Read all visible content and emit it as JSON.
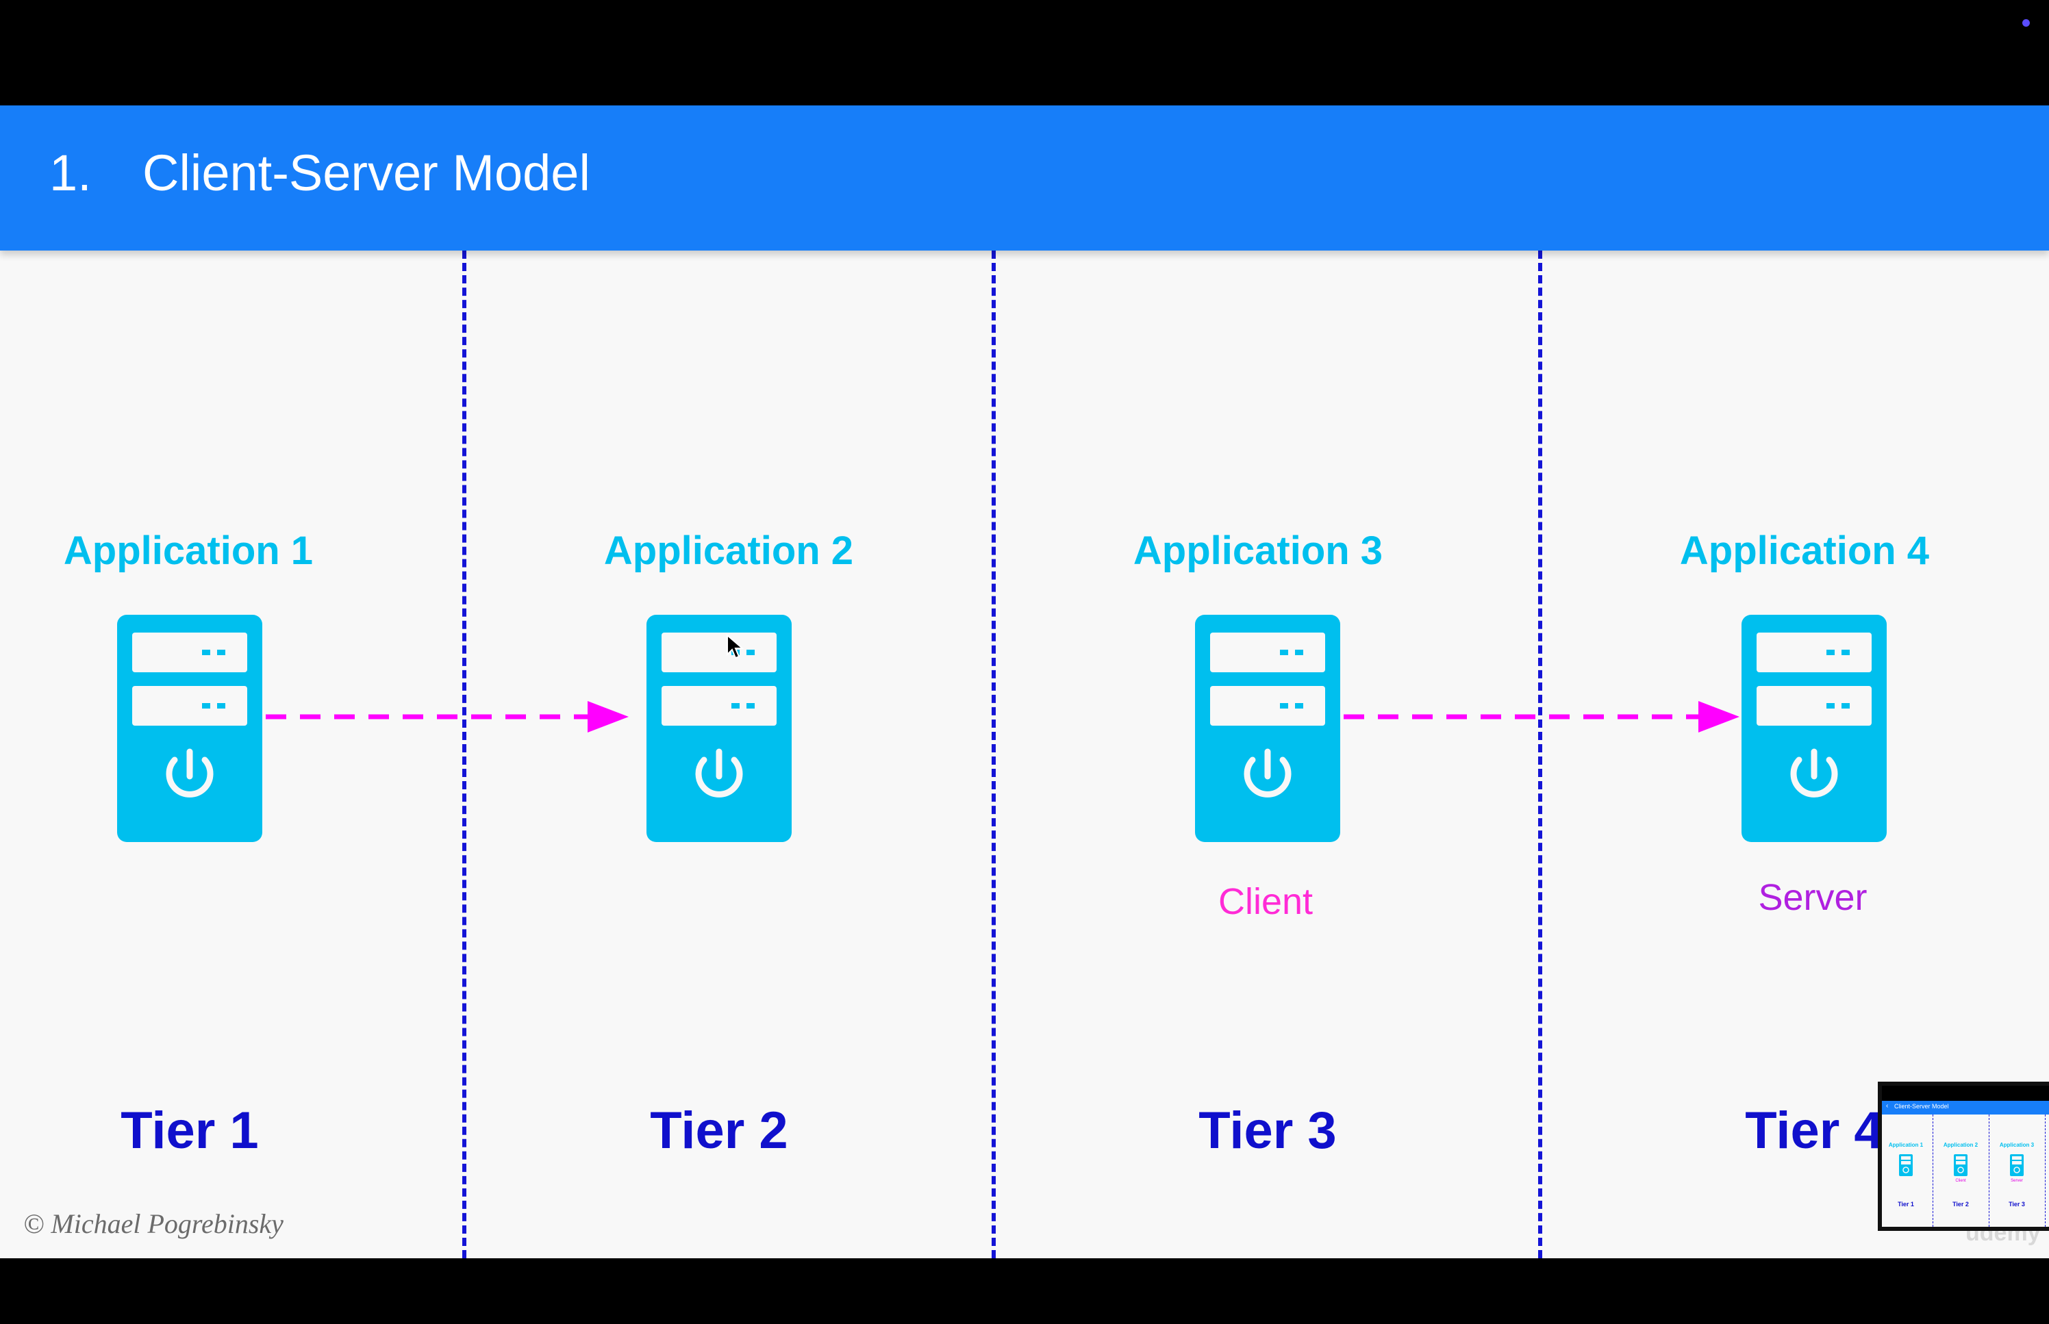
{
  "header": {
    "number": "1.",
    "title": "Client-Server Model"
  },
  "applications": [
    {
      "label": "Application 1",
      "tier": "Tier 1",
      "role": ""
    },
    {
      "label": "Application 2",
      "tier": "Tier 2",
      "role": ""
    },
    {
      "label": "Application 3",
      "tier": "Tier 3",
      "role": "Client"
    },
    {
      "label": "Application 4",
      "tier": "Tier 4",
      "role": "Server"
    }
  ],
  "arrows": [
    {
      "from": "Application 1",
      "to": "Application 2"
    },
    {
      "from": "Application 3",
      "to": "Application 4"
    }
  ],
  "copyright": "© Michael Pogrebinsky",
  "watermark": "udemy",
  "thumbnail": {
    "title": "Client-Server Model",
    "apps": [
      "Application 1",
      "Application 2",
      "Application 3"
    ],
    "roles": [
      "Client",
      "Server"
    ],
    "tiers": [
      "Tier 1",
      "Tier 2",
      "Tier 3"
    ]
  },
  "colors": {
    "header_bg": "#177ef9",
    "slide_bg": "#f8f8f8",
    "server_icon": "#00bfee",
    "app_label": "#00bfee",
    "tier_label": "#1010cc",
    "divider": "#1414d6",
    "arrow": "#ff00ff",
    "client_label": "#ff2bd6",
    "server_label": "#b020e0"
  },
  "icons": {
    "server": "server-tower-icon",
    "power": "power-icon",
    "cursor": "mouse-cursor-icon"
  }
}
